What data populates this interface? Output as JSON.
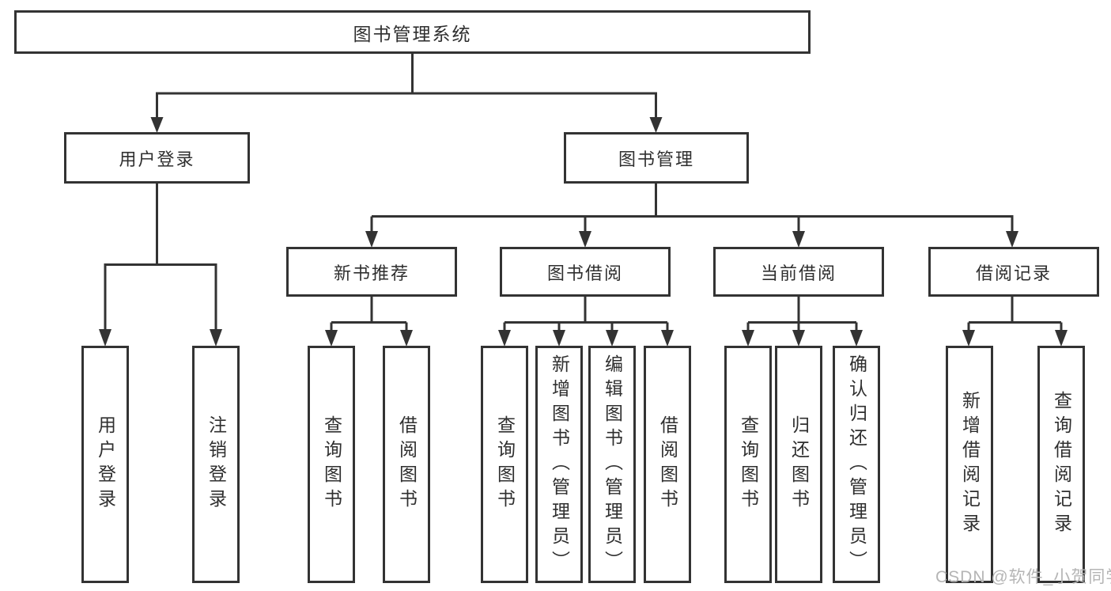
{
  "root": {
    "label": "图书管理系统"
  },
  "user_login": {
    "label": "用户登录",
    "children": [
      {
        "label": "用户登录"
      },
      {
        "label": "注销登录"
      }
    ]
  },
  "book_management": {
    "label": "图书管理",
    "sections": [
      {
        "label": "新书推荐",
        "children": [
          {
            "label": "查询图书"
          },
          {
            "label": "借阅图书"
          }
        ]
      },
      {
        "label": "图书借阅",
        "children": [
          {
            "label": "查询图书"
          },
          {
            "label": "新增图书（管理员）"
          },
          {
            "label": "编辑图书（管理员）"
          },
          {
            "label": "借阅图书"
          }
        ]
      },
      {
        "label": "当前借阅",
        "children": [
          {
            "label": "查询图书"
          },
          {
            "label": "归还图书"
          },
          {
            "label": "确认归还（管理员）"
          }
        ]
      },
      {
        "label": "借阅记录",
        "children": [
          {
            "label": "新增借阅记录"
          },
          {
            "label": "查询借阅记录"
          }
        ]
      }
    ]
  },
  "watermark": "CSDN @软件_小贺同学",
  "colors": {
    "line": "#333333",
    "text": "#2f2f2f",
    "background": "#ffffff",
    "watermark": "#b5b5b5"
  }
}
